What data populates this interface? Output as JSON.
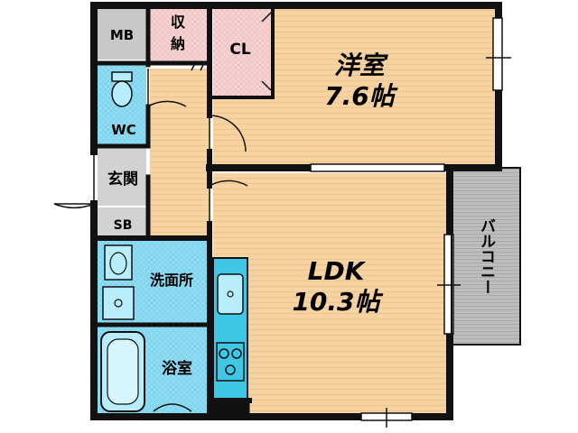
{
  "colors": {
    "wall": "#111111",
    "floor_wood": "#f7d3a2",
    "floor_wood_line": "#ebc08b",
    "closet_pink": "#f6d3d3",
    "wet_area_blue": "#8fdcf3",
    "kitchen_counter": "#3fc7e6",
    "service_gray": "#c8c8c8",
    "balcony_gray": "#bdbdbd"
  },
  "rooms": {
    "mb": "MB",
    "storage_line1": "収",
    "storage_line2": "納",
    "closet": "CL",
    "western_room": "洋室",
    "western_room_size": "7.6帖",
    "toilet": "WC",
    "entrance": "玄関",
    "shoe_box": "SB",
    "washroom": "洗面所",
    "ldk": "LDK",
    "ldk_size": "10.3帖",
    "bathroom": "浴室",
    "balcony": "バルコニー"
  }
}
